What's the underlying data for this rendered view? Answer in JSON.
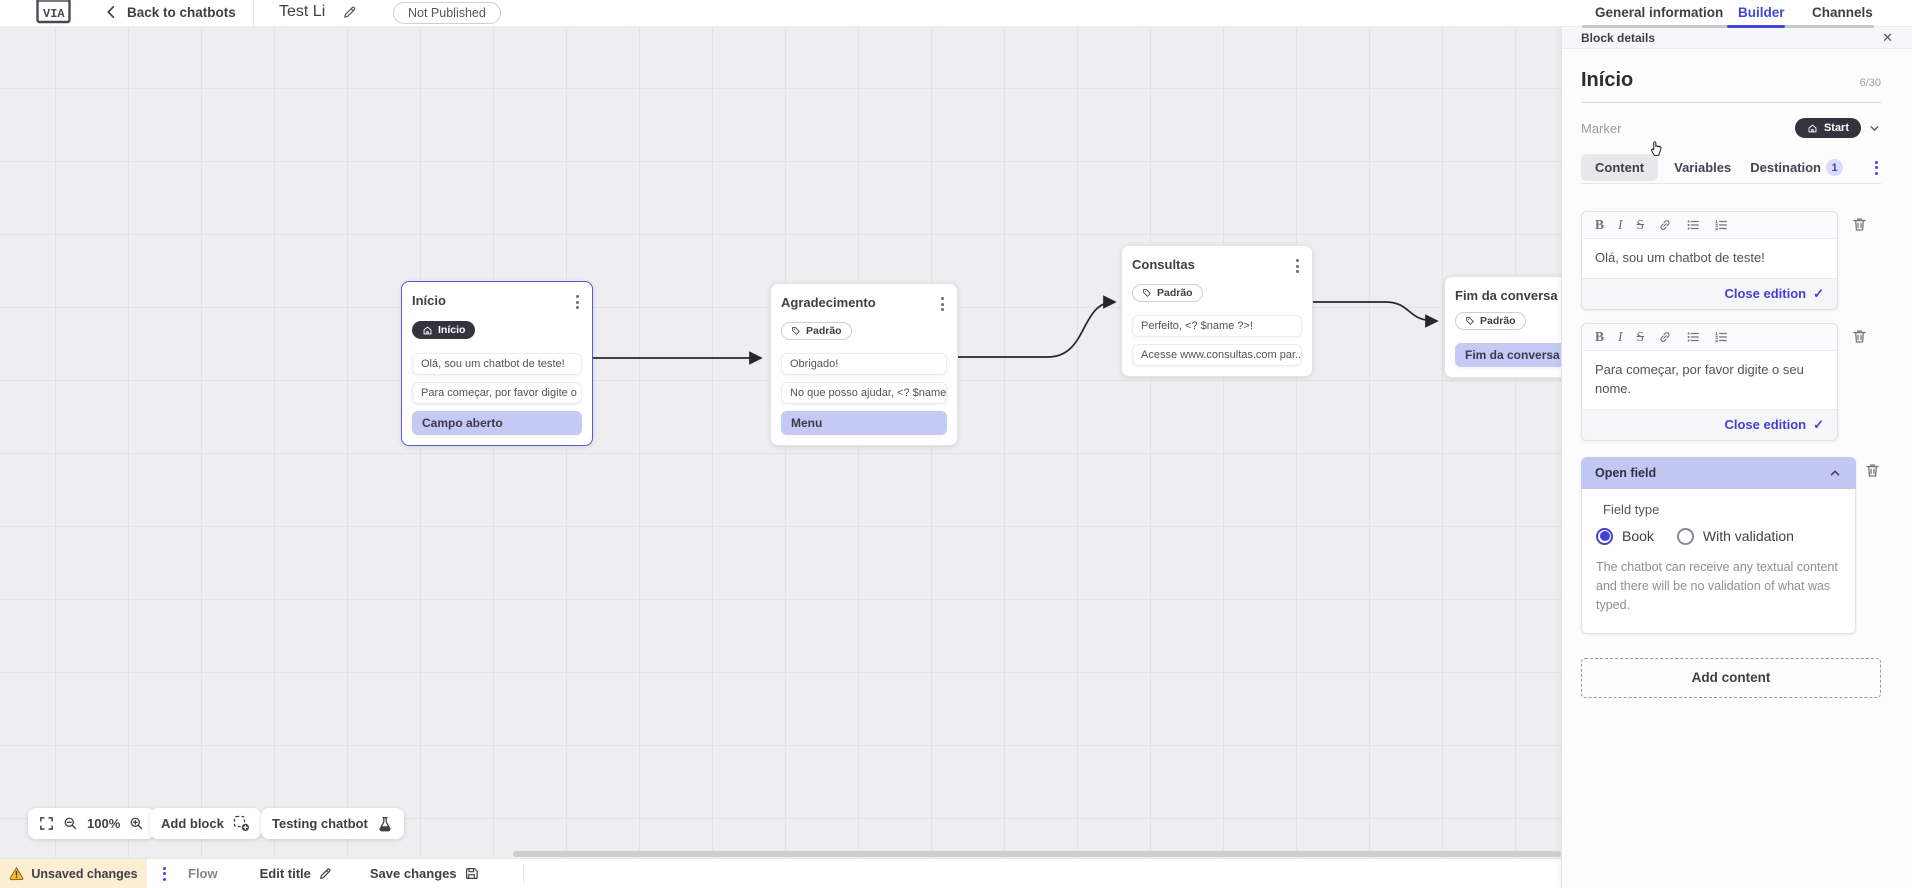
{
  "topbar": {
    "back_label": "Back to chatbots",
    "chatbot_title": "Test Li",
    "status_badge": "Not Published",
    "nav_tabs": [
      {
        "label": "General information",
        "active": false
      },
      {
        "label": "Builder",
        "active": true
      },
      {
        "label": "Channels",
        "active": false
      }
    ]
  },
  "canvas": {
    "blocks": [
      {
        "title": "Início",
        "marker": "Início",
        "selected": true,
        "items": [
          {
            "text": "Olá, sou um chatbot de teste!",
            "highlight": false
          },
          {
            "text": "Para começar, por favor digite o ...",
            "highlight": false
          },
          {
            "text": "Campo aberto",
            "highlight": true
          }
        ]
      },
      {
        "title": "Agradecimento",
        "tag": "Padrão",
        "selected": false,
        "items": [
          {
            "text": "Obrigado!",
            "highlight": false
          },
          {
            "text": "No que posso ajudar, <? $name ...",
            "highlight": false
          },
          {
            "text": "Menu",
            "highlight": true
          }
        ]
      },
      {
        "title": "Consultas",
        "tag": "Padrão",
        "selected": false,
        "items": [
          {
            "text": "Perfeito, <? $name ?>!",
            "highlight": false
          },
          {
            "text": "Acesse www.consultas.com par...",
            "highlight": false
          }
        ]
      },
      {
        "title": "Fim da conversa",
        "tag": "Padrão",
        "selected": false,
        "items": [
          {
            "text": "Fim da conversa",
            "highlight": true
          }
        ]
      }
    ],
    "connections": [
      {
        "from": "Início",
        "to": "Agradecimento"
      },
      {
        "from": "Agradecimento",
        "to": "Consultas"
      },
      {
        "from": "Consultas",
        "to": "Fim da conversa"
      }
    ],
    "toolbar": {
      "zoom_level": "100%",
      "add_block": "Add block",
      "testing": "Testing chatbot"
    }
  },
  "panel": {
    "header": "Block details",
    "name": "Início",
    "counter": "6/30",
    "marker_label": "Marker",
    "marker_value": "Start",
    "tabs": [
      {
        "label": "Content",
        "active": true
      },
      {
        "label": "Variables",
        "active": false
      },
      {
        "label": "Destination",
        "active": false,
        "badge": "1"
      }
    ],
    "editors": [
      {
        "text": "Olá, sou um chatbot de teste!",
        "action": "Close edition"
      },
      {
        "text": "Para começar, por favor digite o seu nome.",
        "action": "Close edition"
      }
    ],
    "open_field": {
      "title": "Open field",
      "field_type_label": "Field type",
      "options": [
        {
          "label": "Book",
          "selected": true
        },
        {
          "label": "With validation",
          "selected": false
        }
      ],
      "description": "The chatbot can receive any textual content and there will be no validation of what was typed."
    },
    "add_content_label": "Add content"
  },
  "statusbar": {
    "unsaved": "Unsaved changes",
    "flow": "Flow",
    "edit_title": "Edit title",
    "save": "Save changes"
  },
  "icons": {
    "close_glyph": "✕",
    "check_glyph": "✓",
    "back_glyph": "‹",
    "editor_glyphs": {
      "bold": "B",
      "italic": "I",
      "strike": "S"
    },
    "editor_toolbar": [
      "bold-icon",
      "italic-icon",
      "strikethrough-icon",
      "link-icon",
      "bullet-list-icon",
      "ordered-list-icon"
    ]
  },
  "colors": {
    "accent": "#4147d5",
    "marker_pill": "#34333f",
    "highlight_item": "#c5caf4",
    "open_field_header": "#c2c8f3",
    "unsaved_bg": "#fbeed2",
    "canvas_bg": "#eeedf0"
  }
}
